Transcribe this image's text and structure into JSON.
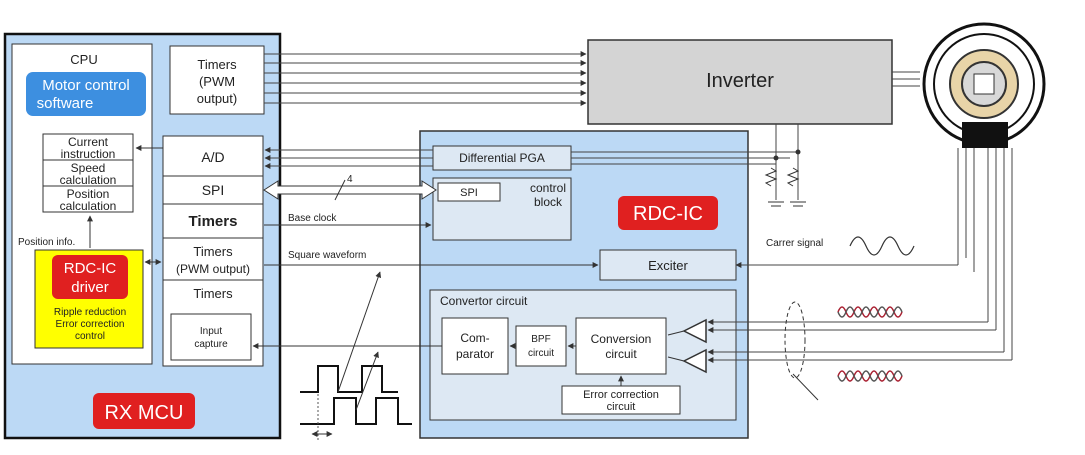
{
  "mcu": {
    "cpu_label": "CPU",
    "motor_software": [
      "Motor control",
      "software"
    ],
    "current_instruction": [
      "Current",
      "instruction"
    ],
    "speed_calculation": [
      "Speed",
      "calculation"
    ],
    "position_calculation": [
      "Position",
      "calculation"
    ],
    "position_info": "Position info.",
    "driver_title": [
      "RDC-IC",
      "driver"
    ],
    "driver_sub": [
      "Ripple reduction",
      "Error correction",
      "control"
    ],
    "timers_pwm_top": [
      "Timers",
      "(PWM",
      "output)"
    ],
    "ad": "A/D",
    "spi": "SPI",
    "timers": "Timers",
    "timers_pwm2": [
      "Timers",
      "(PWM output)"
    ],
    "timers3": "Timers",
    "input_capture": [
      "Input",
      "capture"
    ],
    "badge": "RX MCU"
  },
  "signals": {
    "spi_width": "4",
    "base_clock": "Base clock",
    "square_waveform": "Square waveform",
    "carrier_signal": "Carrer signal"
  },
  "rdc": {
    "badge": "RDC-IC",
    "differential_pga": "Differential PGA",
    "spi": "SPI",
    "control_block": [
      "control",
      "block"
    ],
    "exciter": "Exciter",
    "convertor_title": "Convertor circuit",
    "comparator": [
      "Com-",
      "parator"
    ],
    "bpf": [
      "BPF",
      "circuit"
    ],
    "conversion": [
      "Conversion",
      "circuit"
    ],
    "error_correction": [
      "Error correction",
      "circuit"
    ]
  },
  "inverter": {
    "label": "Inverter"
  },
  "colors": {
    "mcu_bg": "#bcd9f5",
    "rdc_bg": "#bcd9f5",
    "badge_red": "#e02020",
    "software_blue": "#3d8fe0",
    "driver_yellow": "#ffff00",
    "inverter_gray": "#d4d4d4",
    "inner_box": "#dde8f3"
  }
}
